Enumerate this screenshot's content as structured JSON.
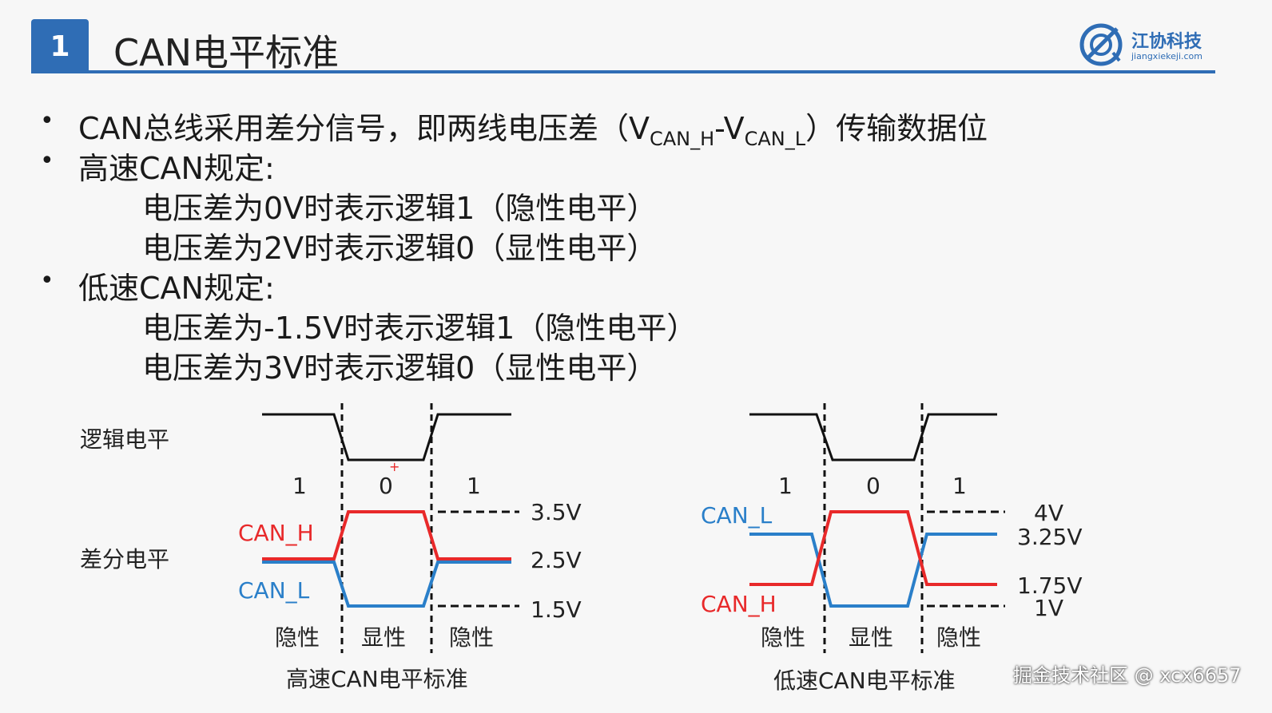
{
  "header": {
    "slide_number": "1",
    "title": "CAN电平标准",
    "logo_name": "江协科技",
    "logo_url": "jiangxiekeji.com"
  },
  "bullets": {
    "b1_prefix": "CAN总线采用差分信号，即两线电压差（V",
    "b1_sub1": "CAN_H",
    "b1_mid": "-V",
    "b1_sub2": "CAN_L",
    "b1_suffix": "）传输数据位",
    "b2": "高速CAN规定:",
    "b2_1": "电压差为0V时表示逻辑1（隐性电平）",
    "b2_2": "电压差为2V时表示逻辑0（显性电平）",
    "b3": "低速CAN规定:",
    "b3_1": "电压差为-1.5V时表示逻辑1（隐性电平）",
    "b3_2": "电压差为3V时表示逻辑0（显性电平）"
  },
  "diagram": {
    "row_label_logic": "逻辑电平",
    "row_label_diff": "差分电平",
    "high_speed": {
      "caption": "高速CAN电平标准",
      "bits": [
        "1",
        "0",
        "1"
      ],
      "states": [
        "隐性",
        "显性",
        "隐性"
      ],
      "can_h_label": "CAN_H",
      "can_l_label": "CAN_L",
      "v_high": "3.5V",
      "v_mid": "2.5V",
      "v_low": "1.5V"
    },
    "low_speed": {
      "caption": "低速CAN电平标准",
      "bits": [
        "1",
        "0",
        "1"
      ],
      "states": [
        "隐性",
        "显性",
        "隐性"
      ],
      "can_l_label": "CAN_L",
      "can_h_label": "CAN_H",
      "v_4": "4V",
      "v_325": "3.25V",
      "v_175": "1.75V",
      "v_1": "1V"
    },
    "colors": {
      "can_h": "#e8292a",
      "can_l": "#2a7fc9",
      "logic": "#111111"
    }
  },
  "watermark": "掘金技术社区 @ xcx6657"
}
